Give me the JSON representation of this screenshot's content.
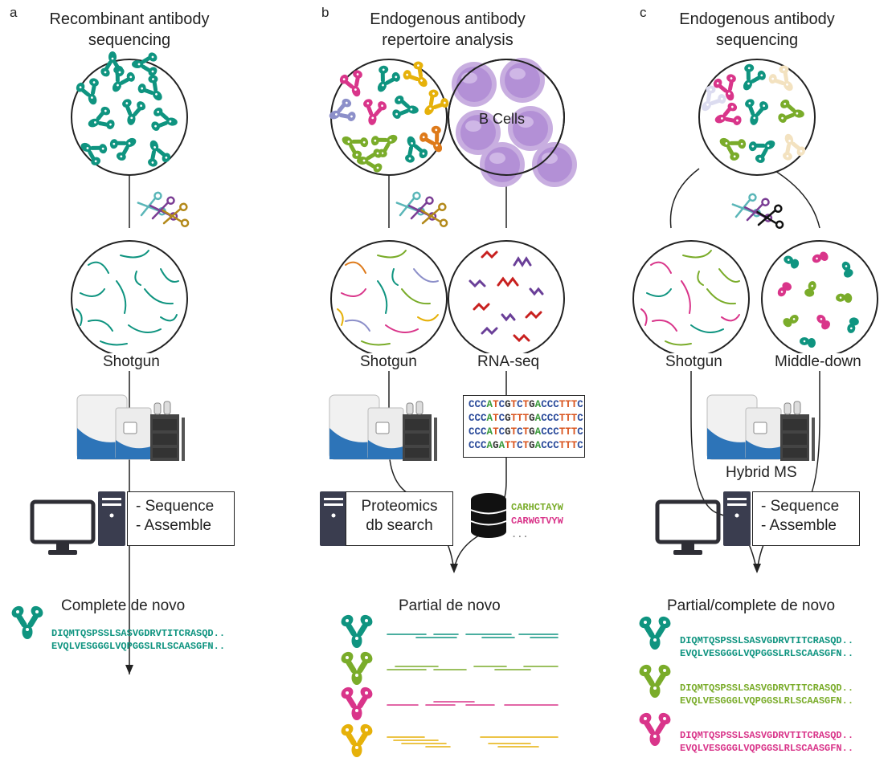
{
  "colors": {
    "teal": "#0f9480",
    "green": "#7aac2a",
    "magenta": "#d9358a",
    "yellow": "#e6b10a",
    "purple": "#6a3f98",
    "red": "#c8201f",
    "orange": "#de7a1a",
    "lavender": "#8c8fc9",
    "ink": "#222222"
  },
  "panels": {
    "a": {
      "letter": "a",
      "title_line1": "Recombinant antibody",
      "title_line2": "sequencing",
      "method": "Shotgun",
      "software_lines": [
        "- Sequence",
        "- Assemble"
      ],
      "result": "Complete de novo",
      "sequences": [
        "DIQMTQSPSSLSASVGDRVTITCRASQD..",
        "EVQLVESGGGLVQPGGSLRLSCAASGFN.."
      ]
    },
    "b": {
      "letter": "b",
      "title_line1": "Endogenous antibody",
      "title_line2": "repertoire analysis",
      "bcells_label": "B Cells",
      "method_left": "Shotgun",
      "method_right": "RNA-seq",
      "dna_reads": [
        "CCCATCGTCTGACCCTTTC",
        "CCCATCGTTTGACCCTTTC",
        "CCCATCGTCTGACCCTTTC",
        "CCCAGATTCTGACCCTTTC"
      ],
      "software_lines": [
        "Proteomics",
        "db search"
      ],
      "cdr3": [
        "CARHCTAYW",
        "CARWGTVYW",
        "..."
      ],
      "result": "Partial de novo"
    },
    "c": {
      "letter": "c",
      "title_line1": "Endogenous antibody",
      "title_line2": "sequencing",
      "method_left": "Shotgun",
      "method_right": "Middle-down",
      "instrument": "Hybrid MS",
      "software_lines": [
        "- Sequence",
        "- Assemble"
      ],
      "result": "Partial/complete de novo",
      "sequences": [
        [
          "DIQMTQSPSSLSASVGDRVTITCRASQD..",
          "EVQLVESGGGLVQPGGSLRLSCAASGFN.."
        ],
        [
          "DIQMTQSPSSLSASVGDRVTITCRASQD..",
          "EVQLVESGGGLVQPGGSLRLSCAASGFN.."
        ],
        [
          "DIQMTQSPSSLSASVGDRVTITCRASQD..",
          "EVQLVESGGGLVQPGGSLRLSCAASGFN.."
        ]
      ]
    }
  }
}
